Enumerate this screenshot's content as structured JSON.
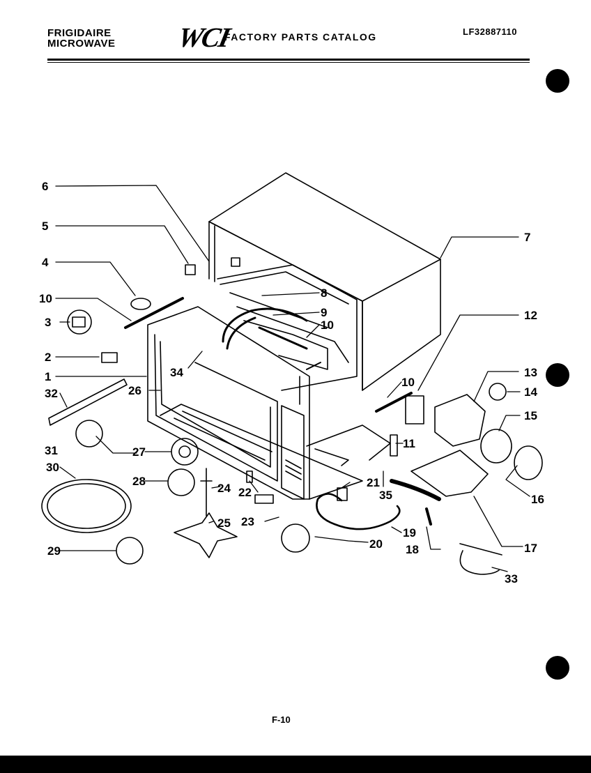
{
  "header": {
    "brand_line1": "FRIGIDAIRE",
    "brand_line2": "MICROWAVE",
    "logo_text": "WCI",
    "catalog_title": "FACTORY PARTS CATALOG",
    "model_number": "LF32887110"
  },
  "footer": {
    "page_number": "F-10"
  },
  "labels": {
    "l1": "1",
    "l2": "2",
    "l3": "3",
    "l4": "4",
    "l5": "5",
    "l6": "6",
    "l7": "7",
    "l8": "8",
    "l9": "9",
    "l10a": "10",
    "l10b": "10",
    "l10c": "10",
    "l11": "11",
    "l12": "12",
    "l13": "13",
    "l14": "14",
    "l15": "15",
    "l16": "16",
    "l17": "17",
    "l18": "18",
    "l19": "19",
    "l20": "20",
    "l21": "21",
    "l22": "22",
    "l23": "23",
    "l24": "24",
    "l25": "25",
    "l26": "26",
    "l27": "27",
    "l28": "28",
    "l29": "29",
    "l30": "30",
    "l31": "31",
    "l32": "32",
    "l33": "33",
    "l34": "34",
    "l35": "35"
  }
}
